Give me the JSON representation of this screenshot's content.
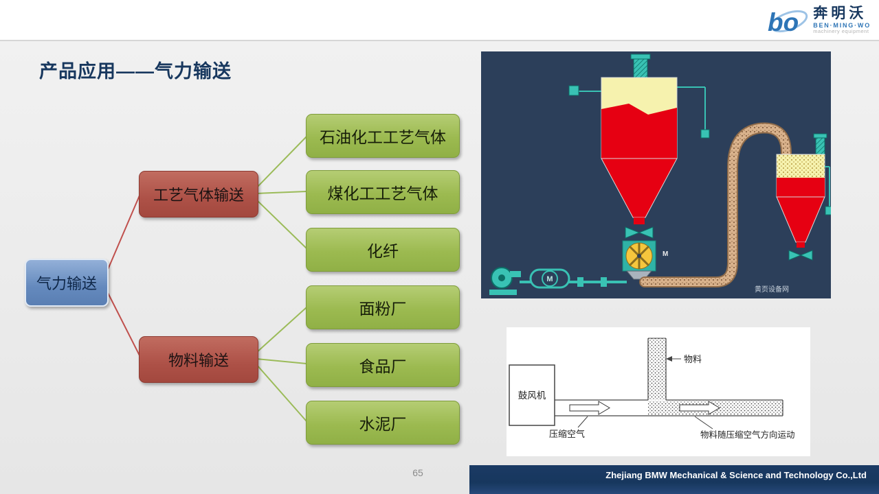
{
  "header": {
    "logo": {
      "mark": "bo",
      "name_cn": "奔明沃",
      "name_en": "BEN·MING·WO",
      "tagline": "machinery equipment"
    }
  },
  "page": {
    "title": "产品应用——气力输送"
  },
  "flowchart": {
    "root": {
      "label": "气力输送"
    },
    "branches": [
      {
        "label": "工艺气体输送",
        "children": [
          "石油化工工艺气体",
          "煤化工工艺气体",
          "化纤"
        ]
      },
      {
        "label": "物料输送",
        "children": [
          "面粉厂",
          "食品厂",
          "水泥厂"
        ]
      }
    ]
  },
  "system_image": {
    "motor_label": "M",
    "watermark": "黄页设备网"
  },
  "schematic": {
    "blower": "鼓风机",
    "material": "物料",
    "compressed_air": "压缩空气",
    "flow_note": "物料随压缩空气方向运动"
  },
  "footer": {
    "page_number": "65",
    "company": "Zhejiang BMW Mechanical & Science and Technology Co.,Ltd"
  },
  "colors": {
    "accent_navy": "#17375e",
    "box_blue": "#6489bd",
    "box_red": "#ad5147",
    "box_green": "#9cba50",
    "connector_red": "#c0504d",
    "connector_green": "#9bbb59",
    "logo_blue": "#2e75b6"
  }
}
